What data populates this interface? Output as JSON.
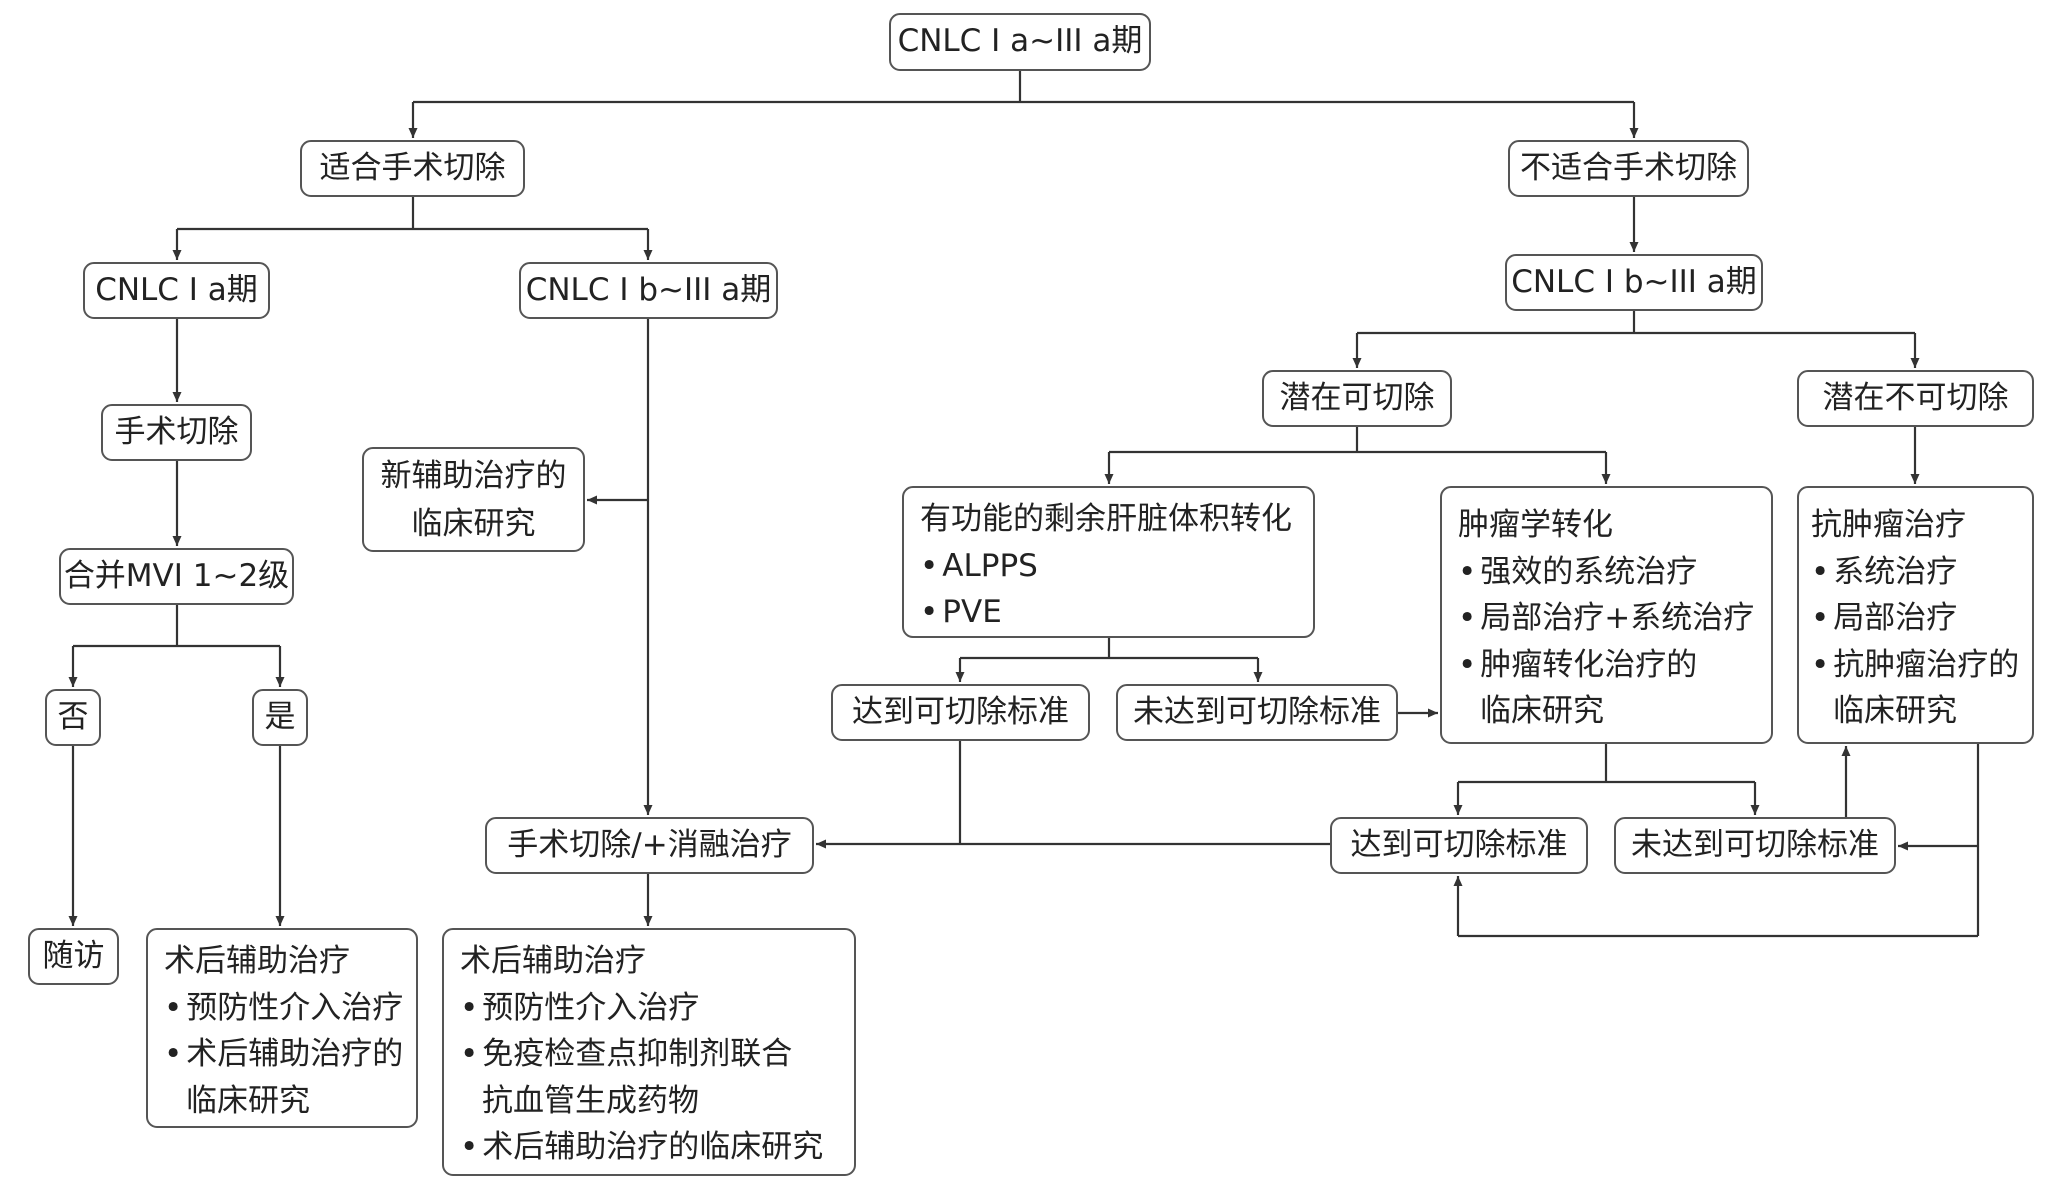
{
  "nodes": {
    "root": "CNLC I a~III a期",
    "suitable": "适合手术切除",
    "unsuitable": "不适合手术切除",
    "stage_ia": "CNLC I a期",
    "stage_ib_left": "CNLC I b~III a期",
    "stage_ib_right": "CNLC I b~III a期",
    "surgery": "手术切除",
    "mvi": "合并MVI 1~2级",
    "no": "否",
    "yes": "是",
    "follow_up": "随访",
    "adjuvant_a": {
      "title": "术后辅助治疗",
      "items": [
        "预防性介入治疗",
        "术后辅助治疗的"
      ],
      "cont": "临床研究"
    },
    "neoadjuvant": {
      "line1": "新辅助治疗的",
      "line2": "临床研究"
    },
    "surgery_ablation": "手术切除/+消融治疗",
    "adjuvant_b": {
      "title": "术后辅助治疗",
      "item1": "预防性介入治疗",
      "item2": "免疫检查点抑制剂联合",
      "item2_cont": "抗血管生成药物",
      "item3": "术后辅助治疗的临床研究"
    },
    "potential_resectable": "潜在可切除",
    "potential_unresectable": "潜在不可切除",
    "flr": {
      "title": "有功能的剩余肝脏体积转化",
      "items": [
        "ALPPS",
        "PVE"
      ]
    },
    "oncologic": {
      "title": "肿瘤学转化",
      "items": [
        "强效的系统治疗",
        "局部治疗+系统治疗",
        "肿瘤转化治疗的"
      ],
      "cont": "临床研究"
    },
    "antitumor": {
      "title": "抗肿瘤治疗",
      "items": [
        "系统治疗",
        "局部治疗",
        "抗肿瘤治疗的"
      ],
      "cont": "临床研究"
    },
    "met_1": "达到可切除标准",
    "notmet_1": "未达到可切除标准",
    "met_2": "达到可切除标准",
    "notmet_2": "未达到可切除标准"
  },
  "colors": {
    "border": "#555555",
    "line": "#333333",
    "text": "#222222"
  }
}
